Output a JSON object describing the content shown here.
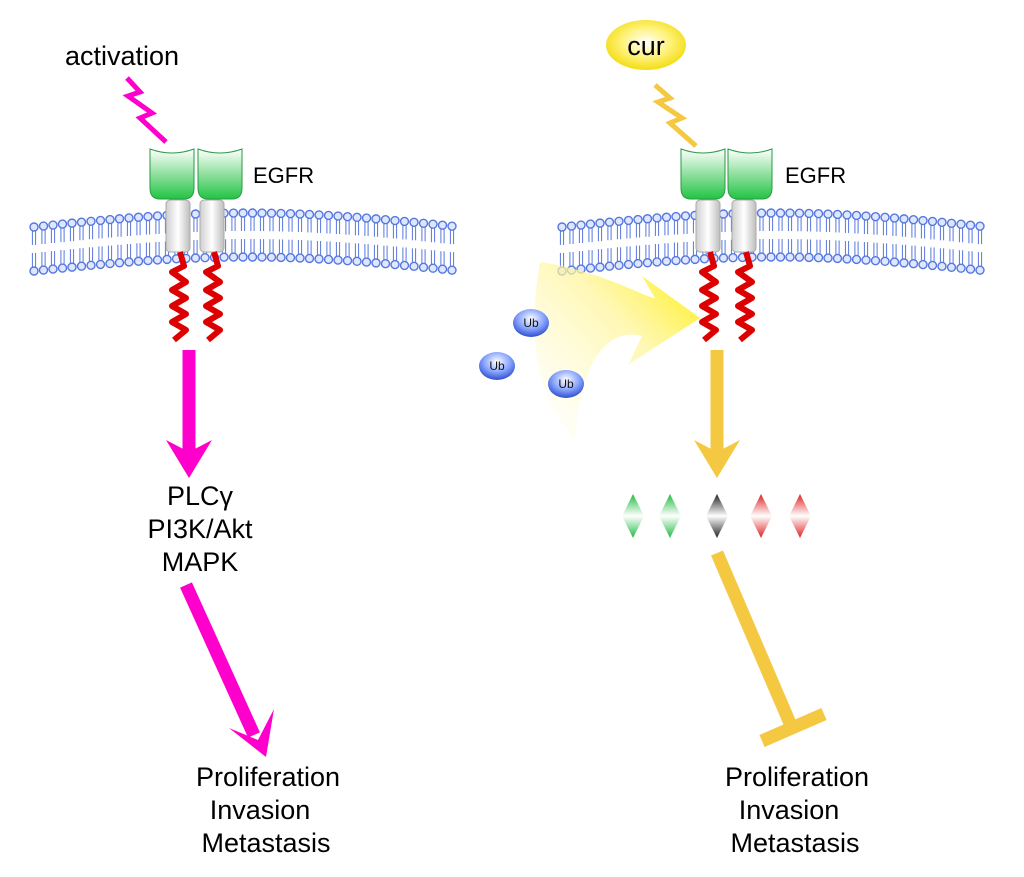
{
  "left_panel": {
    "trigger_label": "activation",
    "receptor_label": "EGFR",
    "pathways": [
      "PLCγ",
      "PI3K/Akt",
      "MAPK"
    ],
    "outcomes": [
      "Proliferation",
      "Invasion",
      "Metastasis"
    ]
  },
  "right_panel": {
    "drug_label": "cur",
    "receptor_label": "EGFR",
    "ubiquitin_labels": [
      "Ub",
      "Ub",
      "Ub"
    ],
    "outcomes": [
      "Proliferation",
      "Invasion",
      "Metastasis"
    ]
  },
  "colors": {
    "activation": "#ff00cc",
    "curcumin": "#f5c842",
    "membrane": "#5577dd",
    "receptor_extracellular": "#33cc55",
    "receptor_intracellular": "#dd0000",
    "ubiquitin": "#3355cc"
  },
  "icons": {
    "receptor": "egfr-dimer-icon",
    "membrane": "lipid-bilayer-icon",
    "ubiquitin": "ubiquitin-ball-icon",
    "signal": "lightning-bolt-icon",
    "inhibition": "t-bar-inhibition-icon"
  }
}
